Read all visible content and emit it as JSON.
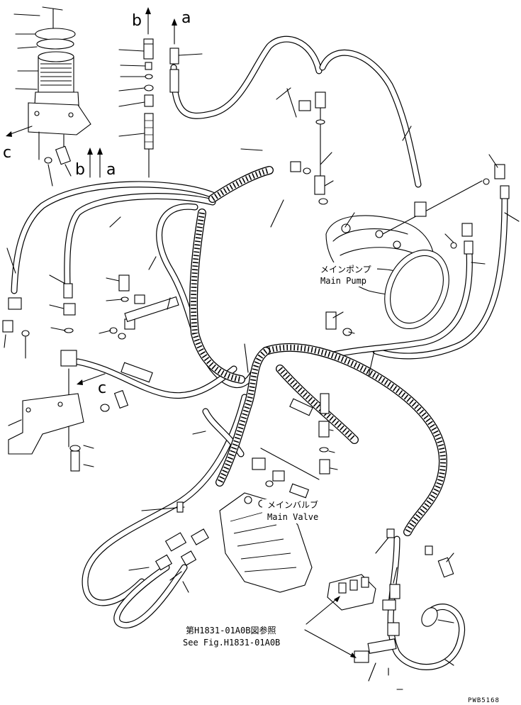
{
  "callouts": {
    "b": "b",
    "a": "a",
    "c": "c"
  },
  "labels": {
    "main_pump_jp": "メインポンプ",
    "main_pump_en": "Main Pump",
    "main_valve_jp": "メインバルブ",
    "main_valve_en": "Main Valve",
    "see_fig_jp": "第H1831-01A0B図参照",
    "see_fig_en": "See Fig.H1831-01A0B"
  },
  "drawing_code": "PWB5168"
}
